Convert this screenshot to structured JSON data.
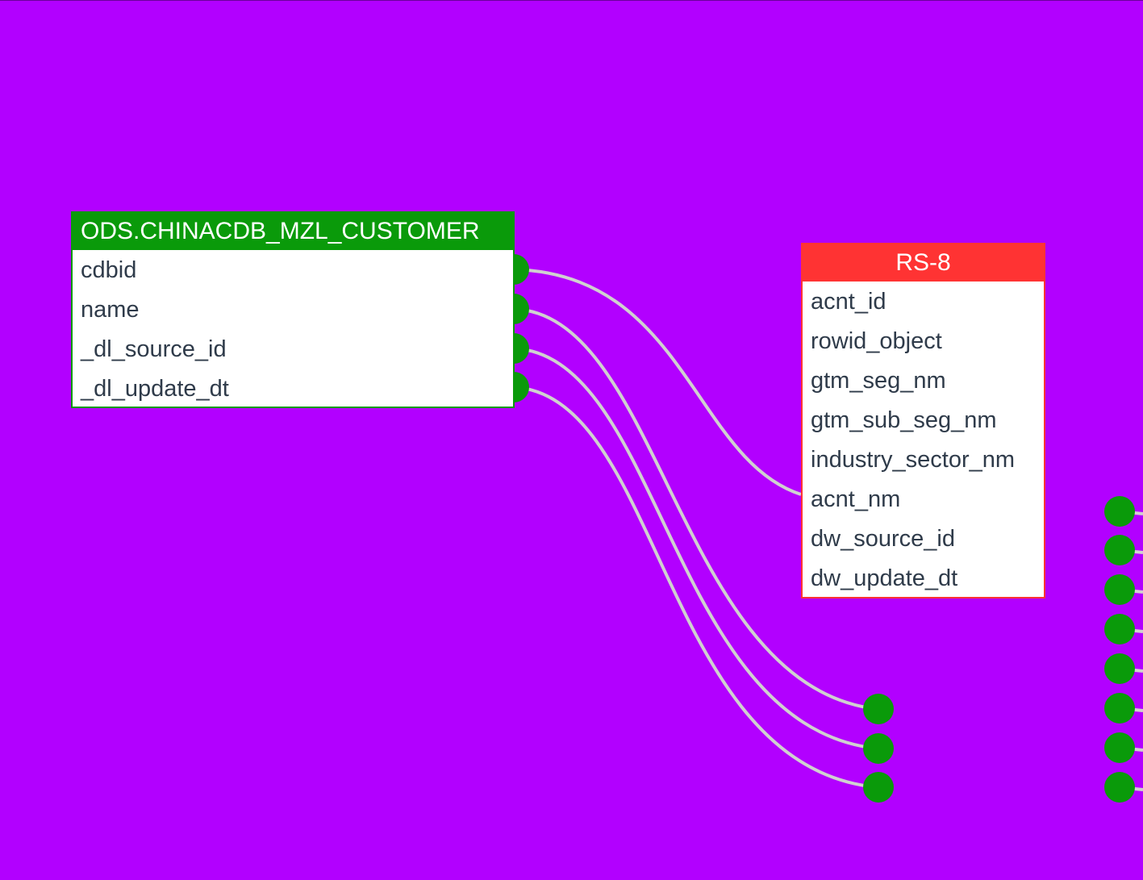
{
  "colors": {
    "canvas_background": "#b200ff",
    "source_header": "#0a9a0a",
    "target_header": "#ff3333",
    "port": "#0a9a0a",
    "wire": "#d0d0d0",
    "row_text": "#2f3b4a"
  },
  "source_table": {
    "title": "ODS.CHINACDB_MZL_CUSTOMER",
    "columns": [
      "cdbid",
      "name",
      "_dl_source_id",
      "_dl_update_dt"
    ]
  },
  "target_table": {
    "title": "RS-8",
    "columns": [
      "acnt_id",
      "rowid_object",
      "gtm_seg_nm",
      "gtm_sub_seg_nm",
      "industry_sector_nm",
      "acnt_nm",
      "dw_source_id",
      "dw_update_dt"
    ]
  },
  "connections": [
    {
      "from": "cdbid",
      "to": "acnt_nm"
    },
    {
      "from": "name",
      "to": "offscreen-port-1"
    },
    {
      "from": "_dl_source_id",
      "to": "offscreen-port-2"
    },
    {
      "from": "_dl_update_dt",
      "to": "offscreen-port-3"
    }
  ]
}
